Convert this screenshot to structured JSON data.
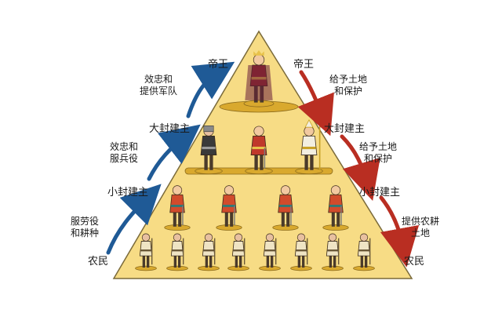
{
  "labels": {
    "king_left": "帝王",
    "king_right": "帝王",
    "lord_left": "大封建主",
    "lord_right": "大封建主",
    "vassal_left": "小封建主",
    "vassal_right": "小封建主",
    "peasant_left": "农民",
    "peasant_right": "农民"
  },
  "left_notes": {
    "upper": [
      "效忠和",
      "提供军队"
    ],
    "middle": [
      "效忠和",
      "服兵役"
    ],
    "lower": [
      "服劳役",
      "和耕种"
    ]
  },
  "right_notes": {
    "upper": [
      "给予土地",
      "和保护"
    ],
    "middle": [
      "给予土地",
      "和保护"
    ],
    "lower": [
      "提供农耕",
      "土地"
    ]
  },
  "colors": {
    "pyramid_fill": "#f7dc85",
    "pyramid_edge": "#7a6a3a",
    "left_arrows": "#1f5a96",
    "right_arrows": "#b92e22",
    "pedestal": "#d9a92e"
  },
  "figures": {
    "tier1": [
      "king"
    ],
    "tier2": [
      "knight",
      "lord",
      "bishop"
    ],
    "tier3": [
      "vassal",
      "vassal",
      "vassal",
      "vassal"
    ],
    "tier4": [
      "peasant",
      "peasant",
      "peasant",
      "peasant",
      "peasant",
      "peasant",
      "peasant",
      "peasant"
    ]
  }
}
